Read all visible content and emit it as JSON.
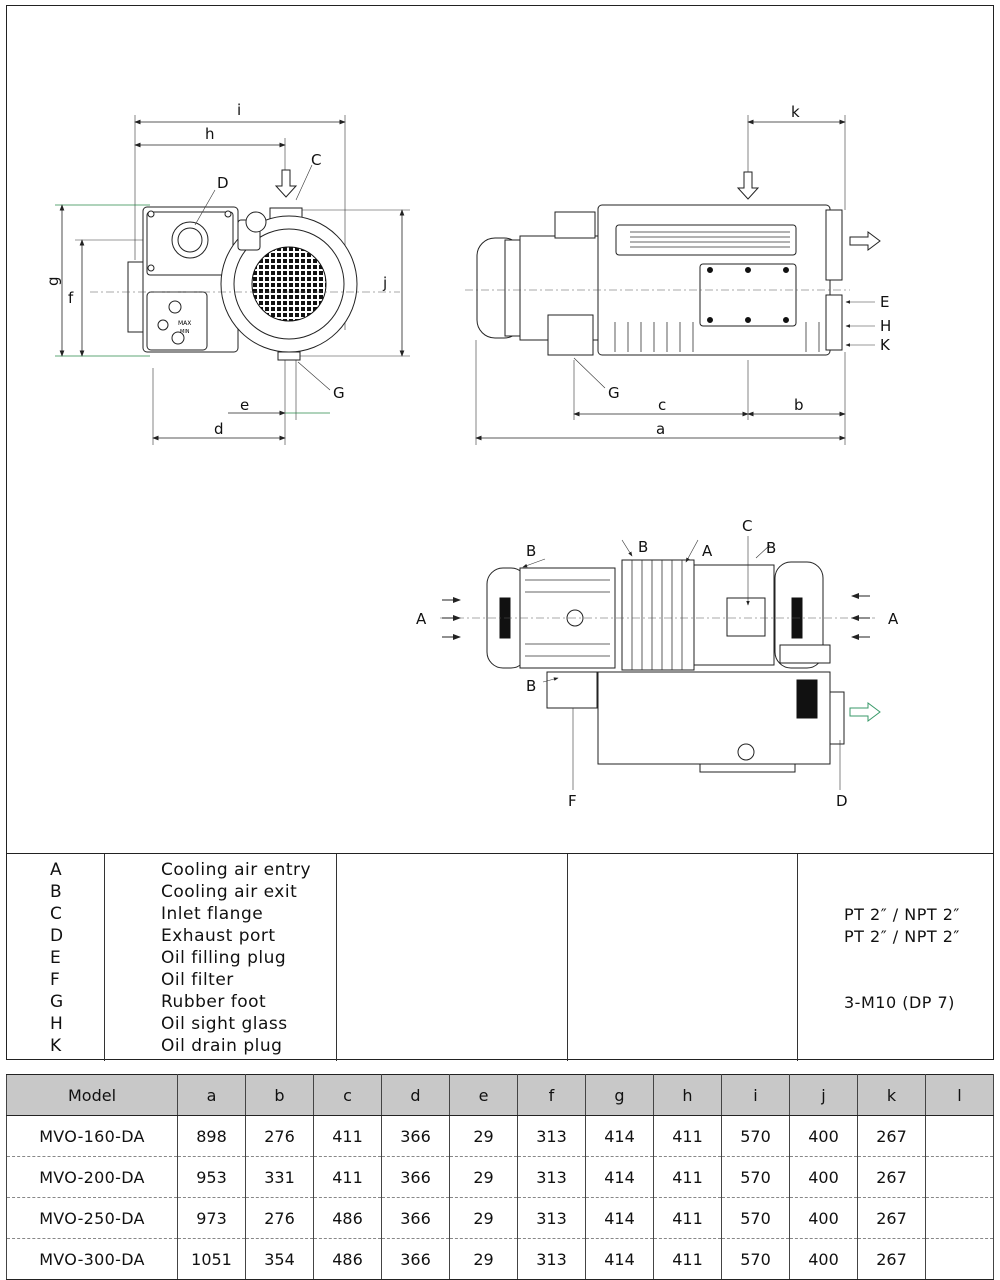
{
  "drawing": {
    "front_view": {
      "dims": {
        "i": "i",
        "h": "h",
        "g": "g",
        "f": "f",
        "j": "j",
        "e": "e",
        "d": "d"
      },
      "callouts": {
        "C": "C",
        "D": "D",
        "G": "G"
      },
      "gauge_max": "MAX",
      "gauge_min": "MIN"
    },
    "side_view": {
      "dims": {
        "k": "k",
        "c": "c",
        "b": "b",
        "a": "a"
      },
      "callouts": {
        "E": "E",
        "H": "H",
        "K": "K",
        "G": "G"
      }
    },
    "top_view": {
      "callouts": {
        "A_left": "A",
        "A_right": "A",
        "A_top": "A",
        "B_1": "B",
        "B_2": "B",
        "B_3": "B",
        "B_4": "B",
        "C": "C",
        "F": "F",
        "D": "D"
      }
    }
  },
  "legend": {
    "items": [
      {
        "letter": "A",
        "text": "Cooling air entry"
      },
      {
        "letter": "B",
        "text": "Cooling air exit"
      },
      {
        "letter": "C",
        "text": "Inlet flange"
      },
      {
        "letter": "D",
        "text": "Exhaust port"
      },
      {
        "letter": "E",
        "text": "Oil filling plug"
      },
      {
        "letter": "F",
        "text": "Oil filter"
      },
      {
        "letter": "G",
        "text": "Rubber foot"
      },
      {
        "letter": "H",
        "text": "Oil sight glass"
      },
      {
        "letter": "K",
        "text": "Oil drain plug"
      }
    ],
    "specs": {
      "inlet": "PT 2″ / NPT 2″",
      "exhaust": "PT 2″ / NPT 2″",
      "foot": "3-M10 (DP 7)"
    }
  },
  "table": {
    "headers": [
      "Model",
      "a",
      "b",
      "c",
      "d",
      "e",
      "f",
      "g",
      "h",
      "i",
      "j",
      "k",
      "l"
    ],
    "rows": [
      [
        "MVO-160-DA",
        "898",
        "276",
        "411",
        "366",
        "29",
        "313",
        "414",
        "411",
        "570",
        "400",
        "267",
        ""
      ],
      [
        "MVO-200-DA",
        "953",
        "331",
        "411",
        "366",
        "29",
        "313",
        "414",
        "411",
        "570",
        "400",
        "267",
        ""
      ],
      [
        "MVO-250-DA",
        "973",
        "276",
        "486",
        "366",
        "29",
        "313",
        "414",
        "411",
        "570",
        "400",
        "267",
        ""
      ],
      [
        "MVO-300-DA",
        "1051",
        "354",
        "486",
        "366",
        "29",
        "313",
        "414",
        "411",
        "570",
        "400",
        "267",
        ""
      ]
    ]
  }
}
